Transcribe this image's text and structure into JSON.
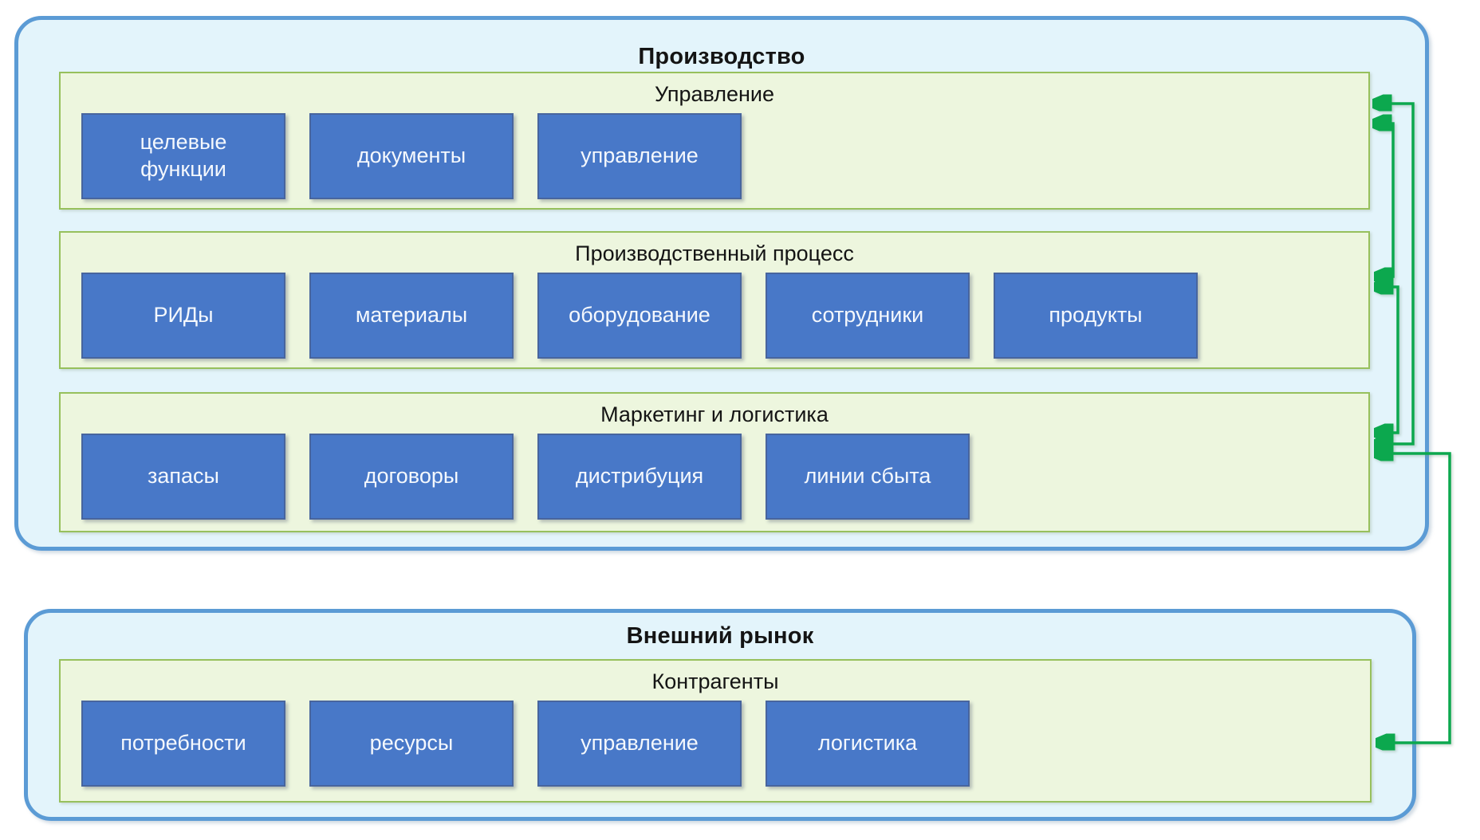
{
  "production": {
    "title": "Производство",
    "sections": [
      {
        "title": "Управление",
        "items": [
          "целевые функции",
          "документы",
          "управление"
        ]
      },
      {
        "title": "Производственный процесс",
        "items": [
          "РИДы",
          "материалы",
          "оборудование",
          "сотрудники",
          "продукты"
        ]
      },
      {
        "title": "Маркетинг и логистика",
        "items": [
          "запасы",
          "договоры",
          "дистрибуция",
          "линии сбыта"
        ]
      }
    ]
  },
  "external_market": {
    "title": "Внешний рынок",
    "sections": [
      {
        "title": "Контрагенты",
        "items": [
          "потребности",
          "ресурсы",
          "управление",
          "логистика"
        ]
      }
    ]
  },
  "connectors": [
    {
      "from": "Управление",
      "to": "Маркетинг и логистика",
      "style": "bidirectional elbow, right side"
    },
    {
      "from": "Управление",
      "to": "Производственный процесс",
      "style": "bidirectional elbow, right side"
    },
    {
      "from": "Производственный процесс",
      "to": "Маркетинг и логистика",
      "style": "bidirectional elbow, right side"
    },
    {
      "from": "Маркетинг и логистика",
      "to": "Контрагенты",
      "style": "bidirectional elbow, outside containers"
    }
  ],
  "colors": {
    "outer_fill": "#e3f4fb",
    "outer_border": "#5b9bd5",
    "section_fill": "#edf6de",
    "section_border": "#97c05c",
    "item_fill": "#4878c8",
    "item_text": "#ffffff",
    "arrow_green": "#0ca84e",
    "title_text": "#141414"
  }
}
